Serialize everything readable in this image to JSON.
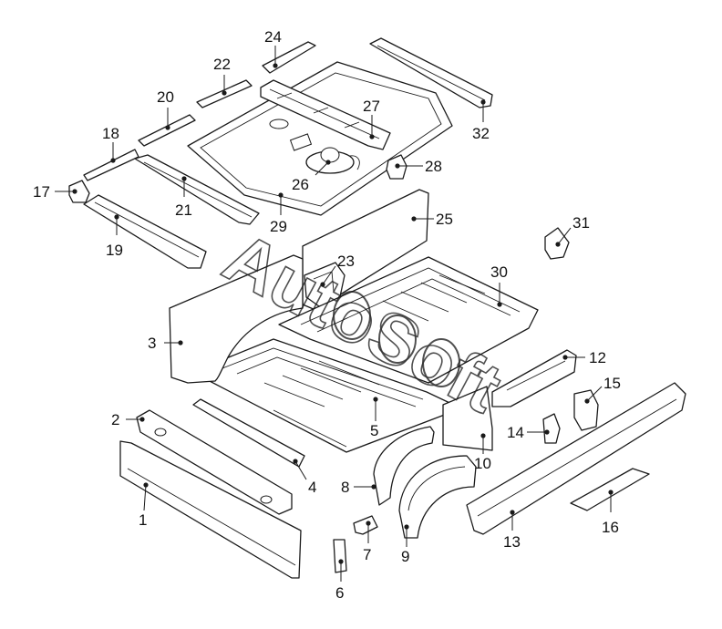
{
  "watermark": {
    "text": "AutoSoft"
  },
  "colors": {
    "line": "#1a1a1a",
    "background": "#ffffff"
  },
  "callouts": [
    {
      "id": "1",
      "label": "1"
    },
    {
      "id": "2",
      "label": "2"
    },
    {
      "id": "3",
      "label": "3"
    },
    {
      "id": "4",
      "label": "4"
    },
    {
      "id": "5",
      "label": "5"
    },
    {
      "id": "6",
      "label": "6"
    },
    {
      "id": "7",
      "label": "7"
    },
    {
      "id": "8",
      "label": "8"
    },
    {
      "id": "9",
      "label": "9"
    },
    {
      "id": "10",
      "label": "10"
    },
    {
      "id": "12",
      "label": "12"
    },
    {
      "id": "13",
      "label": "13"
    },
    {
      "id": "14",
      "label": "14"
    },
    {
      "id": "15",
      "label": "15"
    },
    {
      "id": "16",
      "label": "16"
    },
    {
      "id": "17",
      "label": "17"
    },
    {
      "id": "18",
      "label": "18"
    },
    {
      "id": "19",
      "label": "19"
    },
    {
      "id": "20",
      "label": "20"
    },
    {
      "id": "21",
      "label": "21"
    },
    {
      "id": "22",
      "label": "22"
    },
    {
      "id": "23",
      "label": "23"
    },
    {
      "id": "24",
      "label": "24"
    },
    {
      "id": "25",
      "label": "25"
    },
    {
      "id": "26",
      "label": "26"
    },
    {
      "id": "27",
      "label": "27"
    },
    {
      "id": "28",
      "label": "28"
    },
    {
      "id": "29",
      "label": "29"
    },
    {
      "id": "30",
      "label": "30"
    },
    {
      "id": "31",
      "label": "31"
    },
    {
      "id": "32",
      "label": "32"
    }
  ]
}
